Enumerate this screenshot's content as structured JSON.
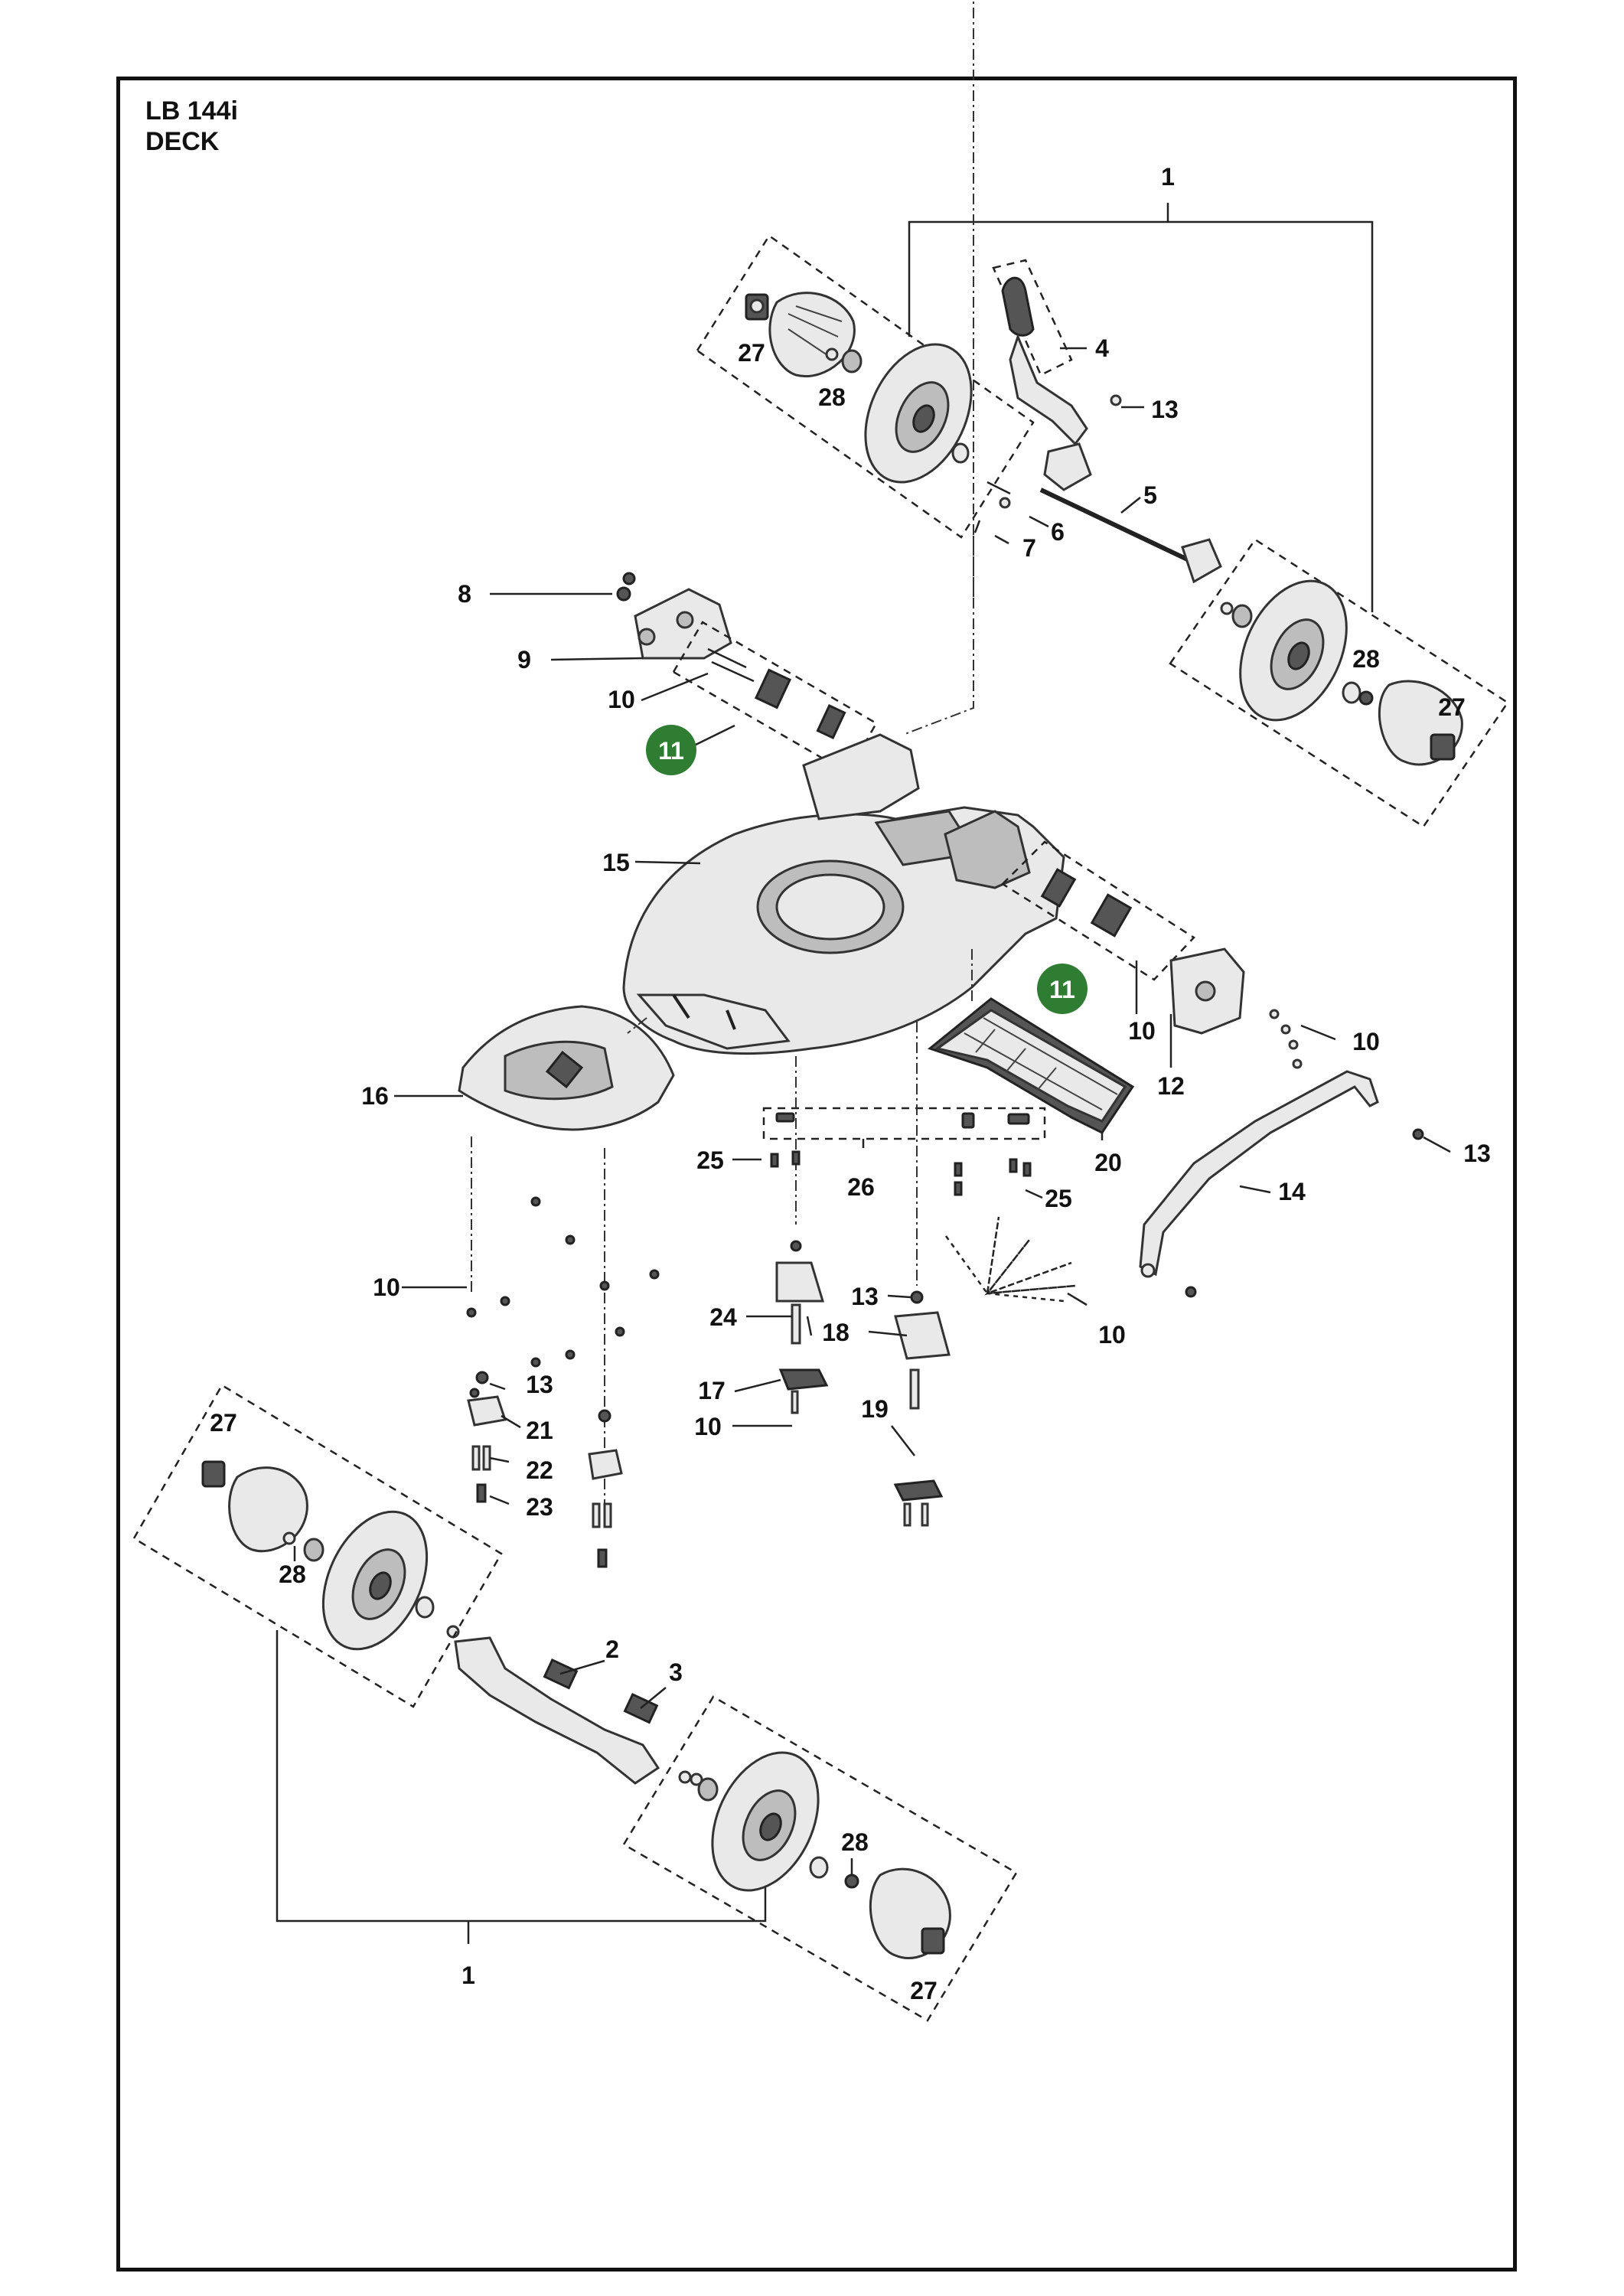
{
  "header": {
    "model": "LB 144i",
    "section": "DECK"
  },
  "colors": {
    "highlight": "#2e7d32",
    "line": "#222222",
    "frame": "#111111"
  },
  "callouts": {
    "c1_top": "1",
    "c1_bottom": "1",
    "c2": "2",
    "c3": "3",
    "c4": "4",
    "c5": "5",
    "c6": "6",
    "c7": "7",
    "c8": "8",
    "c9": "9",
    "c10_a": "10",
    "c10_b": "10",
    "c10_c": "10",
    "c10_d": "10",
    "c10_e": "10",
    "c10_f": "10",
    "c11_a": "11",
    "c11_b": "11",
    "c12": "12",
    "c13_a": "13",
    "c13_b": "13",
    "c13_c": "13",
    "c13_d": "13",
    "c14": "14",
    "c15": "15",
    "c16": "16",
    "c17": "17",
    "c18": "18",
    "c19": "19",
    "c20": "20",
    "c21": "21",
    "c22": "22",
    "c23": "23",
    "c24": "24",
    "c25_a": "25",
    "c25_b": "25",
    "c26": "26",
    "c27_a": "27",
    "c27_b": "27",
    "c27_c": "27",
    "c27_d": "27",
    "c28_a": "28",
    "c28_b": "28",
    "c28_c": "28",
    "c28_d": "28"
  }
}
